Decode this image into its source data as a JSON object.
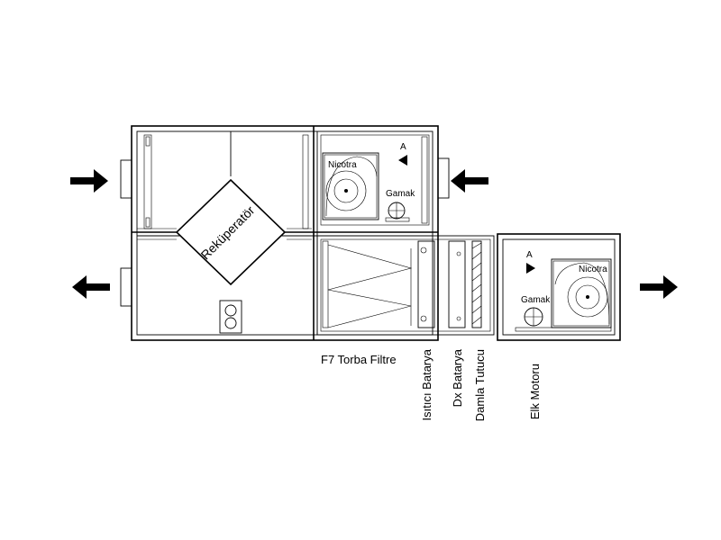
{
  "diagram": {
    "recuperator_label": "Reküperatör",
    "fan_left_label": "Nicotra",
    "fan_right_label": "Nicotra",
    "motor_left_label": "Gamak",
    "motor_right_label": "Gamak",
    "view_marker_left": "A",
    "view_marker_right": "A",
    "component_labels": {
      "filter": "F7 Torba Filtre",
      "heater_coil": "Isıtıcı Batarya",
      "dx_coil": "Dx Batarya",
      "drip_eliminator": "Damla Tutucu",
      "motor": "Elk Motoru"
    }
  }
}
